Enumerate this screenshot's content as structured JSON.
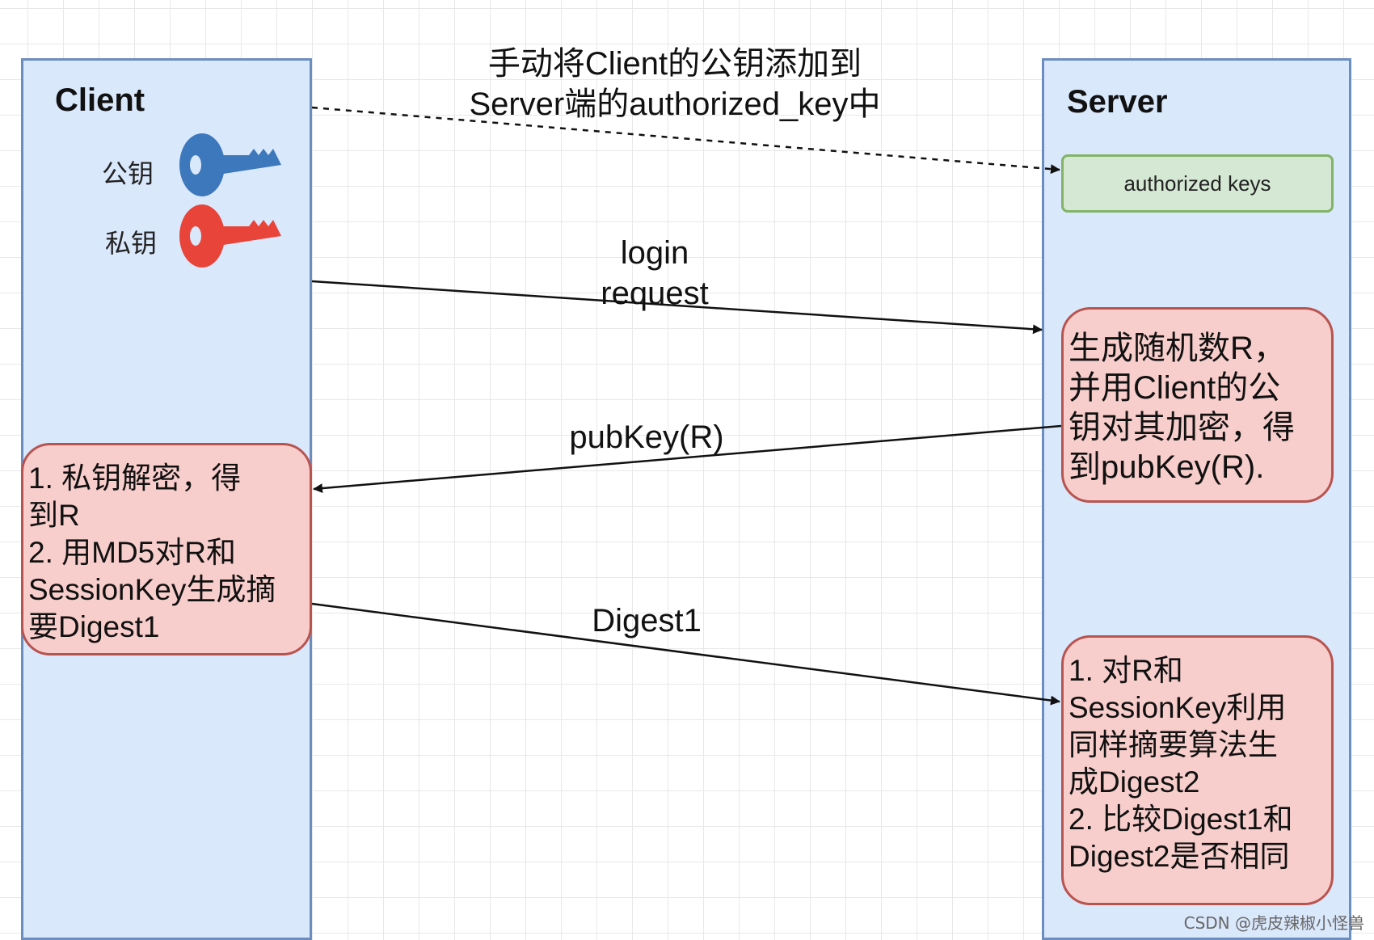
{
  "client": {
    "title": "Client",
    "public_key_label": "公钥",
    "private_key_label": "私钥",
    "note": "1. 私钥解密，得\n到R\n2. 用MD5对R和\nSessionKey生成摘\n要Digest1"
  },
  "server": {
    "title": "Server",
    "authorized_keys": "authorized keys",
    "note1": "生成随机数R，\n并用Client的公\n钥对其加密，得\n到pubKey(R).",
    "note2": "1. 对R和\nSessionKey利用\n同样摘要算法生\n成Digest2\n2. 比较Digest1和\nDigest2是否相同"
  },
  "messages": {
    "add_key": "手动将Client的公钥添加到\nServer端的authorized_key中",
    "login": "login\nrequest",
    "pubkey_r": "pubKey(R)",
    "digest1": "Digest1"
  },
  "watermark": "CSDN @虎皮辣椒小怪兽",
  "colors": {
    "lane_fill": "#dae8fc",
    "lane_border": "#6c8ebf",
    "note_fill": "#f8cecc",
    "note_border": "#b85450",
    "green_fill": "#d5e8d4",
    "green_border": "#82b366",
    "public_key": "#3d78bd",
    "private_key": "#e8443a"
  },
  "icons": {
    "public_key": "key-icon",
    "private_key": "key-icon"
  }
}
